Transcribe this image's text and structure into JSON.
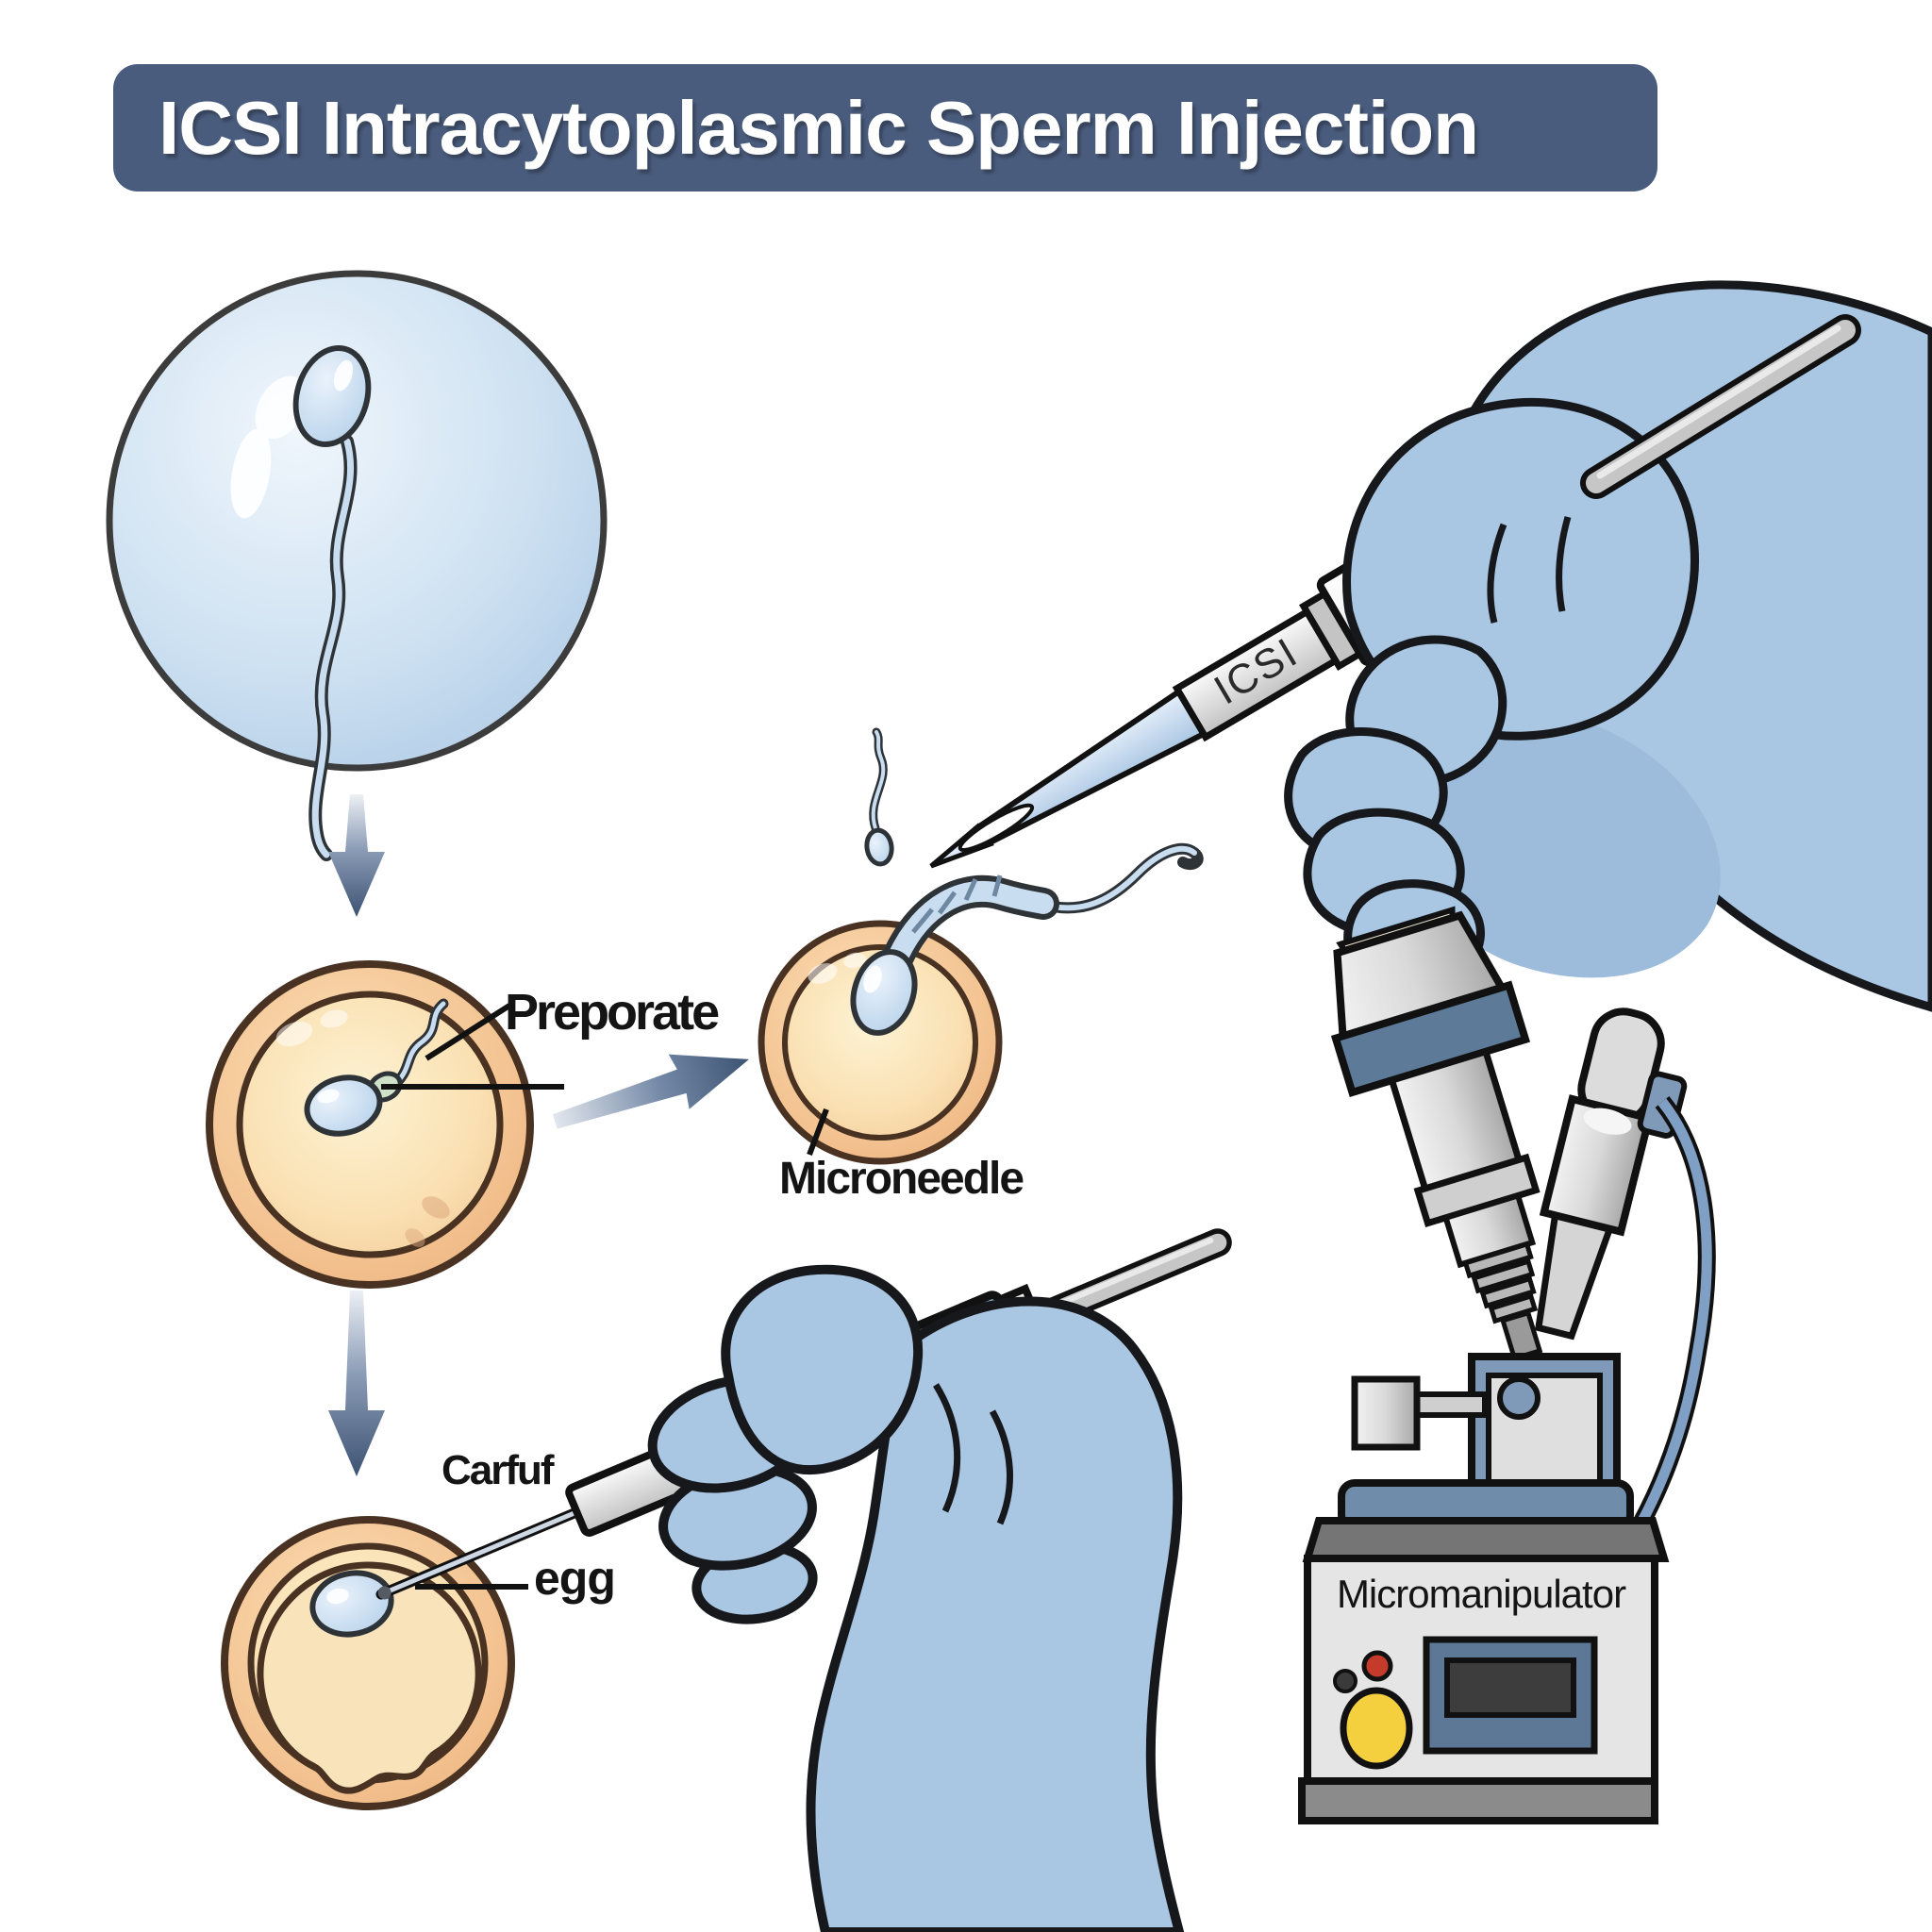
{
  "title": {
    "text": "ICSI Intracytoplasmic Sperm Injection"
  },
  "labels": {
    "preparation": "Preporate",
    "microneedle": "Microneedle",
    "careful": "Carfuf",
    "egg": "egg",
    "pen": "ICSI",
    "machine": "Micromanipulator"
  },
  "colors": {
    "banner_bg": "#4a5c7d",
    "banner_text": "#ffffff",
    "glove_blue": "#a9c6e3",
    "glove_shade": "#8fb3d6",
    "egg_outer": "#f2c292",
    "egg_inner": "#fbe8c4",
    "egg_ring": "#4a3222",
    "sperm_blue": "#c3d9ee",
    "arrow_slate": "#3d5373",
    "pen_blue": "#7ba2c6",
    "machine_body": "#e5e5e5",
    "machine_base": "#8b8b8b",
    "machine_bezel": "#5d7896",
    "machine_screen": "#3d3d3d",
    "button_yellow": "#f5d03e",
    "button_red": "#c53b2b",
    "button_dark": "#3a3a3a"
  }
}
